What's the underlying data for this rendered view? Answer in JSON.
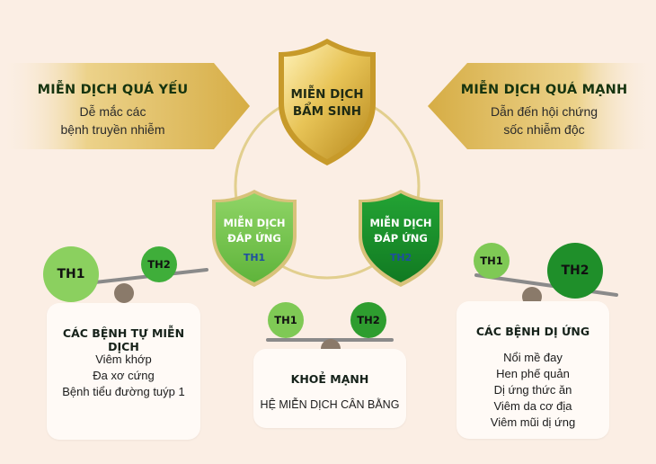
{
  "colors": {
    "background": "#fbeee4",
    "gold": "#d8b24a",
    "light_green": "#6cc04a",
    "dark_green": "#1a8a2a",
    "th_label_blue": "#1f4ea0"
  },
  "left_banner": {
    "title": "MIỄN DỊCH QUÁ YẾU",
    "line1": "Dễ mắc các",
    "line2": "bệnh truyền nhiễm"
  },
  "right_banner": {
    "title": "MIỄN DỊCH QUÁ MẠNH",
    "line1": "Dẫn đến hội chứng",
    "line2": "sốc nhiễm độc"
  },
  "center_shield": {
    "line1": "MIỄN DỊCH",
    "line2": "BẨM SINH"
  },
  "left_shield": {
    "line1": "MIỄN DỊCH",
    "line2": "ĐÁP ỨNG",
    "tag": "TH1"
  },
  "right_shield": {
    "line1": "MIỄN DỊCH",
    "line2": "ĐÁP ỨNG",
    "tag": "TH2"
  },
  "left_panel": {
    "th1": "TH1",
    "th2": "TH2",
    "title": "CÁC BỆNH TỰ MIỄN DỊCH",
    "items": [
      "Viêm khớp",
      "Đa xơ cứng",
      "Bệnh tiểu đường tuýp 1"
    ]
  },
  "center_panel": {
    "th1": "TH1",
    "th2": "TH2",
    "title": "KHOẺ MẠNH",
    "subtitle": "HỆ MIỄN DỊCH CÂN BẰNG"
  },
  "right_panel": {
    "th1": "TH1",
    "th2": "TH2",
    "title": "CÁC BỆNH DỊ ỨNG",
    "items": [
      "Nổi mề đay",
      "Hen phế quản",
      "Dị ứng thức ăn",
      "Viêm da cơ địa",
      "Viêm mũi dị ứng"
    ]
  }
}
